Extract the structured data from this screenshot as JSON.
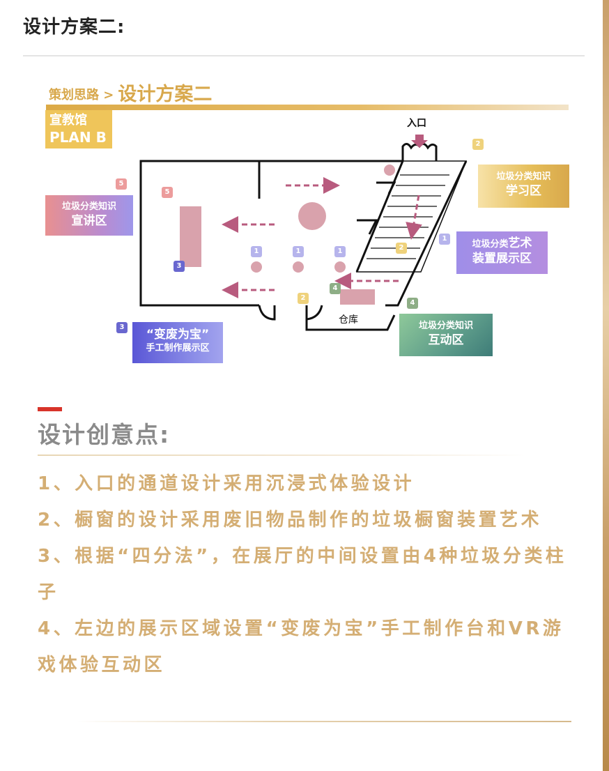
{
  "page": {
    "title": "设计方案二:",
    "breadcrumb": {
      "parent": "策划思路 >",
      "current": "设计方案二"
    },
    "hall": {
      "name": "宣教馆",
      "plan": "PLAN B"
    }
  },
  "floor_plan": {
    "entrance_label": "入口",
    "storage_label": "仓库",
    "zones": [
      {
        "id": "5",
        "line1": "垃圾分类知识",
        "line2": "宣讲区",
        "color": "#e89090"
      },
      {
        "id": "2",
        "line1": "垃圾分类知识",
        "line2": "学习区",
        "color": "#e5bd58"
      },
      {
        "id": "1",
        "line1a": "垃圾分类",
        "line1b": "艺术",
        "line2": "装置展示区",
        "color": "#a28ee6"
      },
      {
        "id": "4",
        "line1": "垃圾分类知识",
        "line2": "互动区",
        "color": "#5d9c8a"
      },
      {
        "id": "3",
        "line1": "“变废为宝”",
        "line2": "手工制作展示区",
        "color": "#5a57d6"
      }
    ],
    "badges": [
      "5",
      "5",
      "3",
      "1",
      "1",
      "1",
      "2",
      "2",
      "1",
      "4",
      "4",
      "2",
      "3"
    ]
  },
  "creative": {
    "title": "设计创意点:",
    "points": [
      "1、入口的通道设计采用沉浸式体验设计",
      "2、橱窗的设计采用废旧物品制作的垃圾橱窗装置艺术",
      "3、根据“四分法”，在展厅的中间设置由4种垃圾分类柱子",
      "4、左边的展示区域设置“变废为宝”手工制作台和VR游戏体验互动区"
    ]
  },
  "colors": {
    "accent_gold": "#d8a84c",
    "accent_red": "#d8342a",
    "text_gold": "#d4ae74",
    "plan_pink": "#d9a2ac",
    "arrow": "#b85b7e"
  }
}
